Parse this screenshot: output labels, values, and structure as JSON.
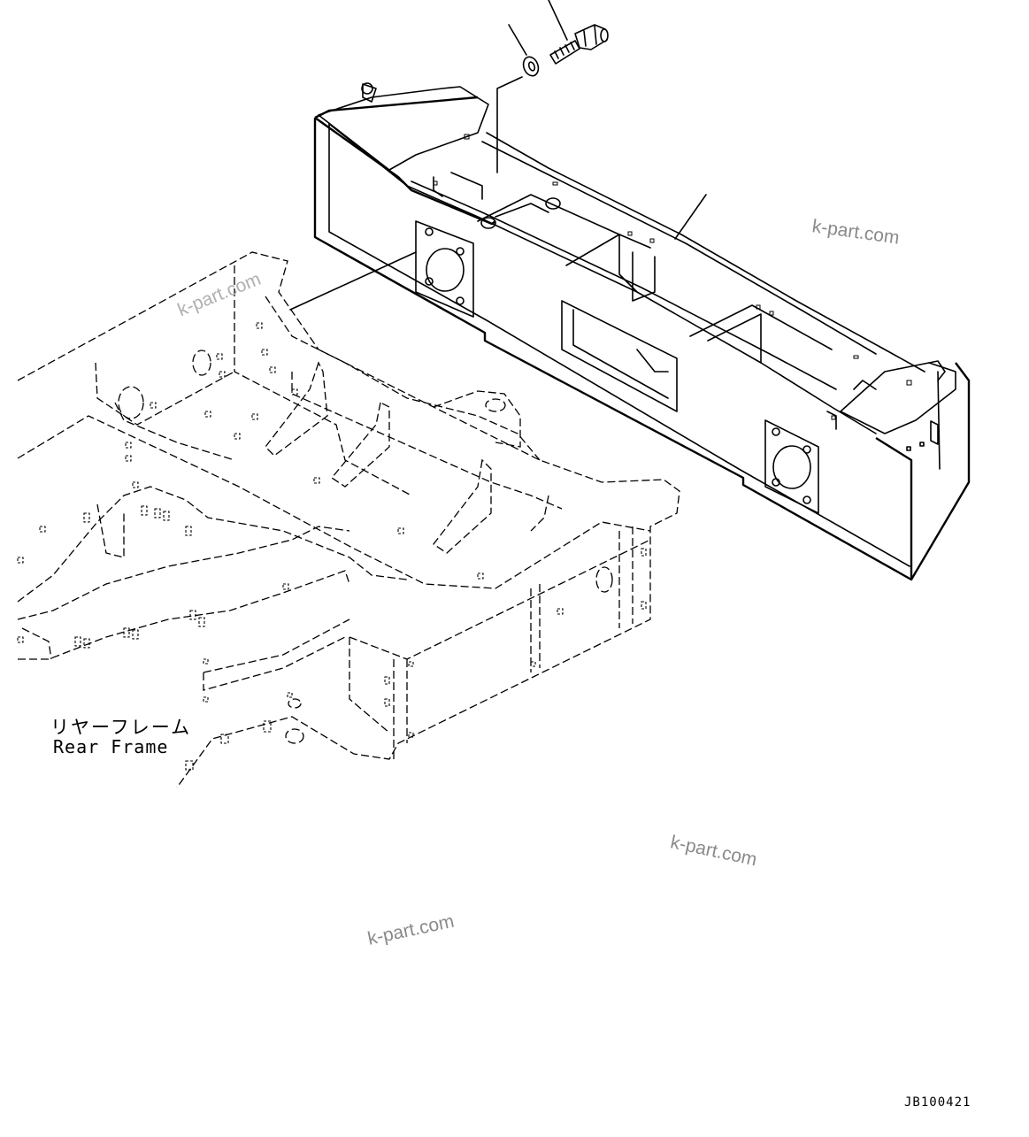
{
  "labels": {
    "rear_frame_jp": "リヤーフレーム",
    "rear_frame_en": "Rear Frame",
    "drawing_code": "JB100421"
  },
  "watermarks": [
    "k-part.com",
    "k-part.com",
    "k-part.com",
    "k-part.com"
  ]
}
